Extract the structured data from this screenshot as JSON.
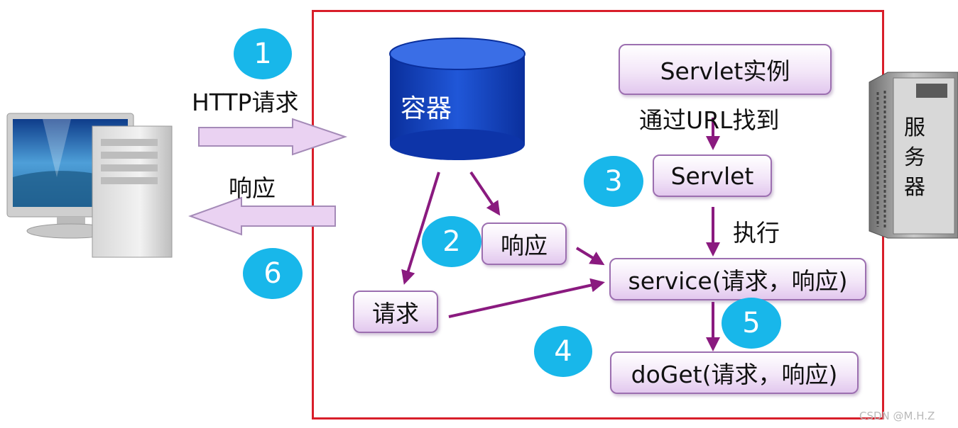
{
  "labels": {
    "http_request": "HTTP请求",
    "response_left": "响应",
    "container": "容器",
    "servlet_instance": "Servlet实例",
    "find_by_url": "通过URL找到",
    "servlet": "Servlet",
    "execute": "执行",
    "response_box": "响应",
    "request_box": "请求",
    "service": "service(请求，响应)",
    "doget": "doGet(请求，响应)",
    "server": "服务器"
  },
  "steps": [
    "1",
    "2",
    "3",
    "4",
    "5",
    "6"
  ],
  "watermark": "CSDN @M.H.Z",
  "colors": {
    "frame": "#d81e2a",
    "step_circle": "#18b7ea",
    "arrow": "#8a1a7f",
    "big_arrow_fill": "#ead2f2",
    "container": "#1446c8"
  }
}
